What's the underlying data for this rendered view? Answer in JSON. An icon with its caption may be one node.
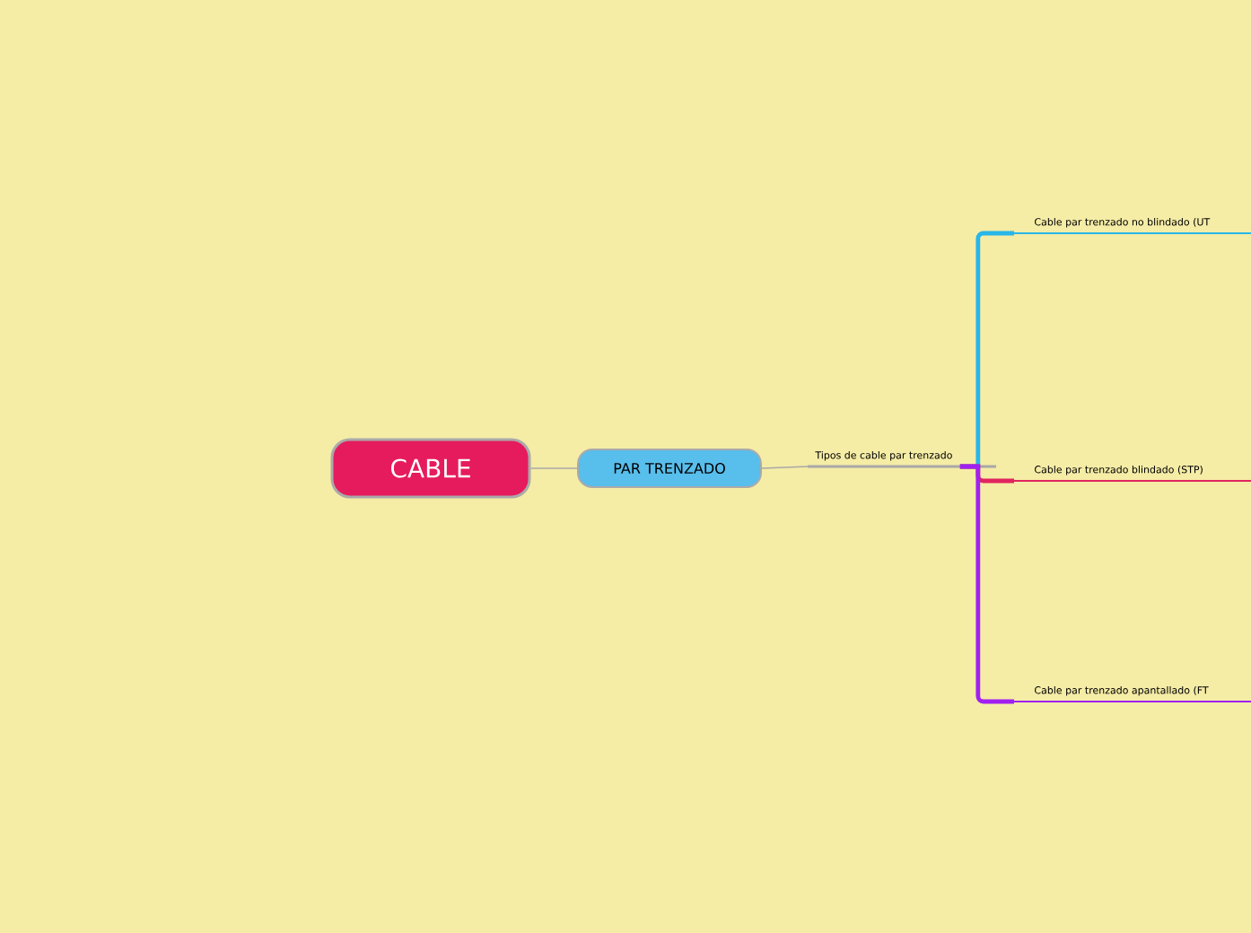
{
  "diagram": {
    "nodes": [
      {
        "text": [
          "CABLE"
        ]
      },
      {
        "text": [
          "PAR TRENZADO"
        ]
      },
      {
        "text": [
          "Tipos de cable par trenzado"
        ]
      },
      {
        "text": [
          "Cable par trenzado no blindado (UT"
        ]
      },
      {
        "text": [
          "Cable par trenzado blindado (STP)"
        ]
      },
      {
        "text": [
          "Cable par trenzado apantallado (FT"
        ]
      }
    ],
    "edges": [
      {
        "from": 0,
        "to": 1,
        "arrow": "none"
      },
      {
        "from": 1,
        "to": 2,
        "arrow": "none"
      },
      {
        "from": 2,
        "to": 3,
        "arrow": "none",
        "color": "#29b6e8"
      },
      {
        "from": 2,
        "to": 4,
        "arrow": "none",
        "color": "#e0245e"
      },
      {
        "from": 2,
        "to": 5,
        "arrow": "none",
        "color": "#a020f0"
      }
    ]
  }
}
